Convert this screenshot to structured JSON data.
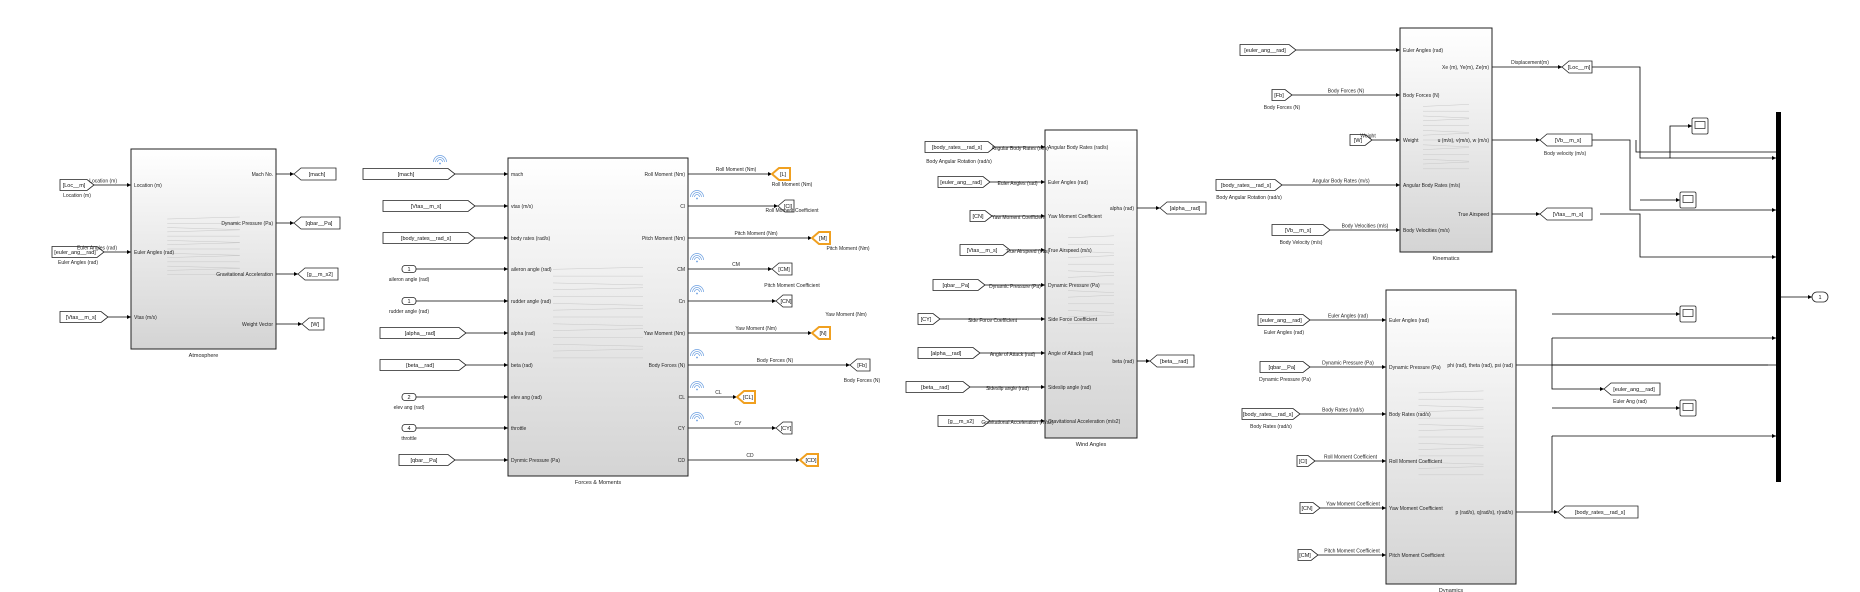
{
  "colors": {
    "block_top": "#ffffff",
    "block_bottom": "#d0d0d0",
    "highlight": "#f0a020",
    "wire": "#000000",
    "signal_icon": "#6a9ee0"
  },
  "atmosphere": {
    "name": "Atmosphere",
    "inputs": [
      "Location (m)",
      "Euler Angles (rad)",
      "Vtas (m/s)"
    ],
    "outputs": [
      "Mach No.",
      "Dynamic Pressure (Pa)",
      "Gravitational Acceleration",
      "Weight Vector"
    ],
    "from_tags": [
      "[Loc__m]",
      "[euler_ang__rad]",
      "[Vtas__m_s]"
    ],
    "from_labels": [
      "Location (m)",
      "Euler Angles (rad)",
      ""
    ],
    "wire_labels": [
      "Location (m)",
      "Euler Angles (rad)",
      ""
    ],
    "goto_tags": [
      "[mach]",
      "[qbar__Pa]",
      "[g__m_s2]",
      "[W]"
    ]
  },
  "forces": {
    "name": "Forces & Moments",
    "inputs": [
      "mach",
      "vtas (m/s)",
      "body rates (rad/s)",
      "aileron angle (rad)",
      "rudder angle (rad)",
      "alpha (rad)",
      "beta (rad)",
      "elev ang (rad)",
      "throttle",
      "Dynmic Pressure (Pa)"
    ],
    "outputs": [
      "Roll Moment (Nm)",
      "Cl",
      "Pitch Moment (Nm)",
      "CM",
      "Cn",
      "Yaw Moment (Nm)",
      "Body Forces (N)",
      "CL",
      "CY",
      "CD"
    ],
    "from_tags": [
      "[mach]",
      "[Vtas__m_s]",
      "[body_rates__rad_s]",
      "",
      "",
      "[alpha__rad]",
      "[beta__rad]",
      "",
      "",
      "[qbar__Pa]"
    ],
    "constants": [
      "1",
      "1",
      "2",
      "4"
    ],
    "const_labels": [
      "aileron angle (rad)",
      "rudder angle (rad)",
      "elev ang (rad)",
      "throttle"
    ],
    "wire_labels": [
      "Roll Moment (Nm)",
      "",
      "Pitch Moment (Nm)",
      "CM",
      "",
      "Yaw Moment (Nm)",
      "Body Forces (N)",
      "CL",
      "CY",
      "CD"
    ],
    "goto_tags": [
      "[L]",
      "[Cl]",
      "[M]",
      "[CM]",
      "[CN]",
      "[N]",
      "[Fb]",
      "[CL]",
      "[CY]",
      "[CD]"
    ],
    "goto_labels": [
      "Roll Moment (Nm)",
      "Roll Moment Coefficient",
      "Pitch Moment (Nm)",
      "Pitch Moment Coefficient",
      "",
      "Yaw Moment (Nm)",
      "Body Forces (N)",
      "",
      "",
      ""
    ]
  },
  "wind": {
    "name": "Wind Angles",
    "inputs": [
      "Angular Body Rates (rad/s)",
      "Euler Angles (rad)",
      "Yaw Moment Coefficient",
      "True Airspeed (m/s)",
      "Dynamic Pressure (Pa)",
      "Side Force Coefficient",
      "Angle of Attack (rad)",
      "Sideslip angle (rad)",
      "Gravitational Acceleration (m/s2)"
    ],
    "outputs": [
      "alpha (rad)",
      "beta (rad)"
    ],
    "from_tags": [
      "[body_rates__rad_s]",
      "[euler_ang__rad]",
      "[CN]",
      "[Vtas__m_s]",
      "[qbar__Pa]",
      "[CY]",
      "[alpha__rad]",
      "[beta__rad]",
      "[g__m_s2]"
    ],
    "from_labels": [
      "Body Angular Rotation (rad/s)",
      "",
      "",
      "",
      "",
      "",
      "",
      "",
      ""
    ],
    "wire_labels": [
      "Angular Body Rates (m/s)",
      "Euler Angles (rad)",
      "Yaw Moment Coefficient",
      "True Airspeed (m/s)",
      "Dynamic Pressure (Pa)",
      "Side Force Coefficient",
      "Angle of Attack (rad)",
      "Sideslip angle (rad)",
      "Gravitational Acceleration (m/s2)"
    ],
    "goto_tags": [
      "[alpha__rad]",
      "[beta__rad]"
    ]
  },
  "kinematics": {
    "name": "Kinematics",
    "inputs": [
      "Euler Angles (rad)",
      "Body Forces (N)",
      "Weight",
      "Angular Body Rates (m/s)",
      "Body Velocities (m/s)"
    ],
    "outputs": [
      "Xe (m), Ye(m), Ze(m)",
      "u (m/s), v(m/s), w (m/s)",
      "True Airspeed"
    ],
    "from_tags": [
      "[euler_ang__rad]",
      "[Fb]",
      "[W]",
      "[body_rates__rad_s]",
      "[Vb__m_s]"
    ],
    "from_labels": [
      "",
      "Body Forces (N)",
      "",
      "Body Angular Rotation (rad/s)",
      "Body Velocity (m/s)"
    ],
    "wire_labels": [
      "",
      "Body Forces (N)",
      "Weight",
      "Angular Body Rates (m/s)",
      "Body Velocities (m/s)"
    ],
    "out_wire_labels": [
      "Displacement(m)",
      "",
      ""
    ],
    "goto_tags": [
      "[Loc__m]",
      "[Vb__m_s]",
      "[Vtas__m_s]"
    ],
    "goto_labels": [
      "",
      "Body velocity (m/s)",
      ""
    ]
  },
  "dynamics": {
    "name": "Dynamics",
    "inputs": [
      "Euler Angles (rad)",
      "Dynamic Pressure (Pa)",
      "Body Rates (rad/s)",
      "Roll Moment Coefficient",
      "Yaw Moment Coefficient",
      "Pitch Moment Coefficient"
    ],
    "outputs": [
      "phi (rad), theta (rad), psi (rad)",
      "p (rad/s), q(rad/s), r(rad/s)"
    ],
    "from_tags": [
      "[euler_ang__rad]",
      "[qbar__Pa]",
      "[body_rates__rad_s]",
      "[Cl]",
      "[CN]",
      "[CM]"
    ],
    "from_labels": [
      "Euler Angles (rad)",
      "Dynamic Pressure (Pa)",
      "Body Rates (rad/s)",
      "",
      "",
      ""
    ],
    "wire_labels": [
      "Euler Angles (rad)",
      "Dynamic Pressure (Pa)",
      "Body Rates (rad/s)",
      "Roll Moment Coefficient",
      "Yaw Moment Coefficient",
      "Pitch Moment Coefficient"
    ],
    "goto_tags": [
      "[euler_ang__rad]",
      "[body_rates__rad_s]"
    ],
    "goto_labels": [
      "Euler Ang (rad)",
      ""
    ]
  },
  "outport": {
    "label": "1"
  }
}
